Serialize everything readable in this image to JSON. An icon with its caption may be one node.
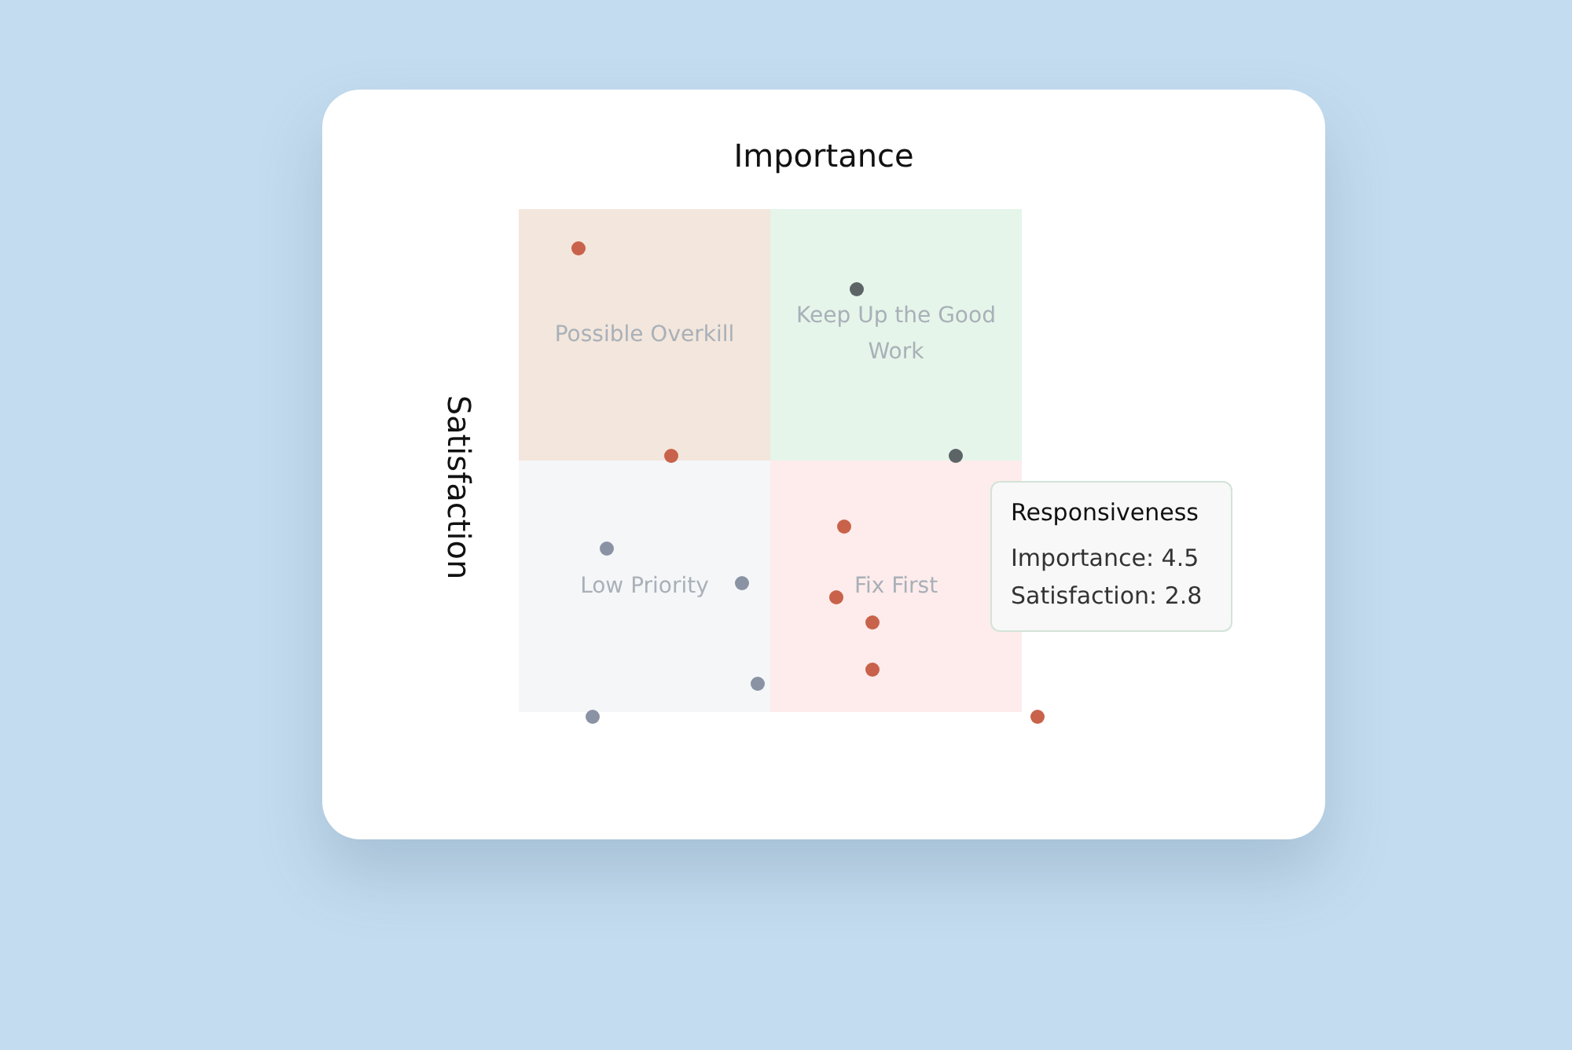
{
  "diagram": {
    "nodes": [
      {
        "text": [
          "Possible Overkill"
        ]
      },
      {
        "text": [
          "Keep Up the Good Work"
        ]
      },
      {
        "text": [
          "Low Priority"
        ]
      },
      {
        "text": [
          "Fix First"
        ]
      },
      {
        "text": [
          "Responsiveness",
          "Importance: 4.5",
          "Satisfaction: 2.8"
        ]
      }
    ],
    "labels": [
      "Importance",
      "Satisfaction"
    ]
  }
}
